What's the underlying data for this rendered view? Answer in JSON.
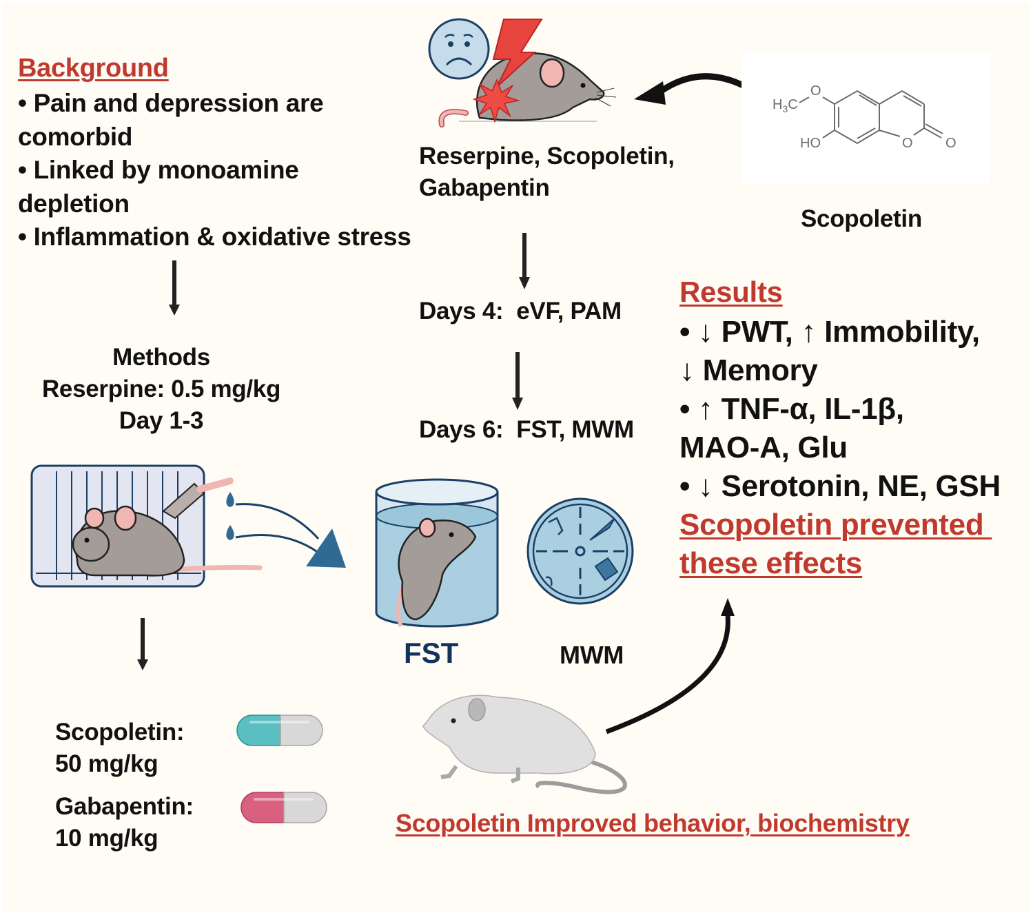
{
  "background": {
    "heading": "Background",
    "points": [
      "• Pain and depression are",
      "comorbid",
      "• Linked by monoamine",
      "depletion",
      "• Inflammation & oxidative stress"
    ]
  },
  "treatment": {
    "line1": "Reserpine, Scopoletin,",
    "line2": "Gabapentin"
  },
  "compound": {
    "name": "Scopoletin",
    "structure_labels": {
      "methoxy": "H3C",
      "methoxy_o": "O",
      "hydroxyl": "HO",
      "ring_o": "O",
      "carbonyl_o": "O"
    }
  },
  "timeline": {
    "day4": "Days 4:  eVF, PAM",
    "day6": "Days 6:  FST, MWM"
  },
  "methods": {
    "title": "Methods",
    "reserpine": "Reserpine: 0.5 mg/kg",
    "days": "Day 1-3"
  },
  "results": {
    "heading": "Results",
    "lines": [
      "• ↓ PWT, ↑ Immobility,",
      "↓ Memory",
      "• ↑ TNF-α, IL-1β,",
      "MAO-A, Glu",
      "• ↓ Serotonin, NE, GSH"
    ],
    "conclusion_line1": "Scopoletin prevented ",
    "conclusion_line2": "these effects"
  },
  "tests": {
    "fst": "FST",
    "mwm": "MWM"
  },
  "doses": {
    "scopoletin_name": "Scopoletin:",
    "scopoletin_dose": "50 mg/kg",
    "gabapentin_name": "Gabapentin:",
    "gabapentin_dose": "10 mg/kg"
  },
  "outcome": "Scopoletin Improved behavior, biochemistry",
  "colors": {
    "accent_red": "#c0392f",
    "text": "#111111",
    "background": "#fefcf4",
    "water_blue": "#a9cfe0",
    "navy": "#1c3f66",
    "teal_capsule": "#5bbfc1",
    "pink_capsule": "#d9607f"
  }
}
